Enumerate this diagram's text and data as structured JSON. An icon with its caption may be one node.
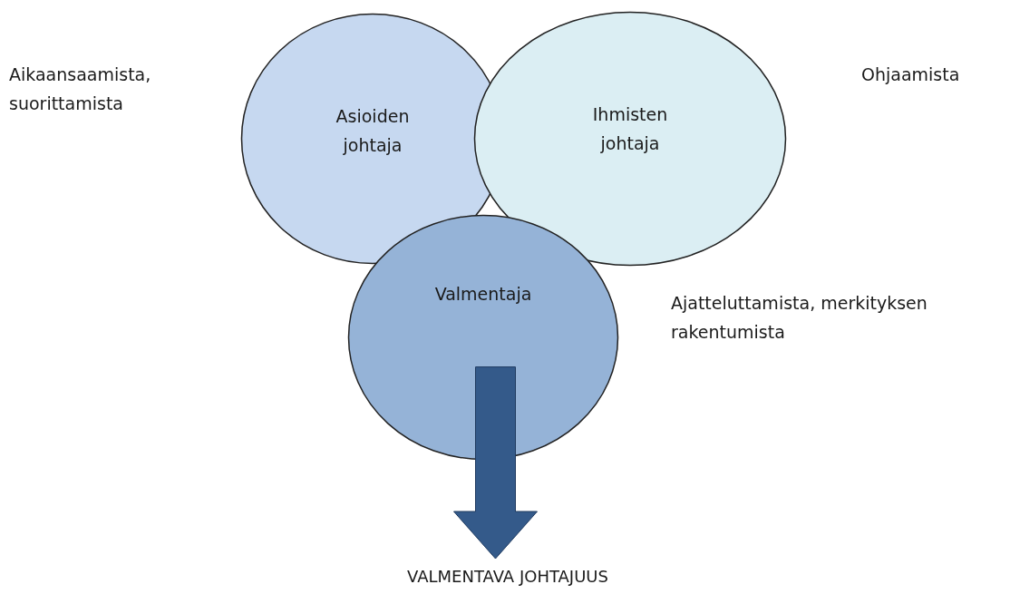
{
  "diagram": {
    "nodes": [
      {
        "text": [
          "Asioiden johtaja"
        ]
      },
      {
        "text": [
          "Ihmisten johtaja"
        ]
      },
      {
        "text": [
          "Valmentaja"
        ]
      },
      {
        "text": [
          "VALMENTAVA JOHTAJUUS"
        ]
      }
    ],
    "edges": [
      {
        "from": 2,
        "to": 3,
        "arrow": "to",
        "style": "thick",
        "color": "#345a8a"
      }
    ],
    "labels": [
      "Aikaansaamista, suorittamista",
      "Ohjaamista",
      "Ajatteluttamista, merkityksen rakentumista"
    ]
  }
}
